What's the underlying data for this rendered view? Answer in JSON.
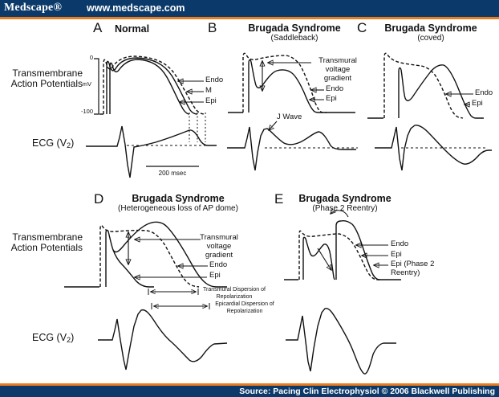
{
  "theme": {
    "navy": "#0b3a6a",
    "orange": "#e87c1e",
    "ink": "#111111",
    "bg": "#ffffff"
  },
  "header": {
    "brand": "Medscape®",
    "url": "www.medscape.com"
  },
  "footer": {
    "source": "Source: Pacing Clin Electrophysiol © 2006 Blackwell Publishing"
  },
  "rows": {
    "ap_label": "Transmembrane Action Potentials",
    "ecg_pre": "ECG (V",
    "ecg_sub": "2",
    "ecg_post": ")"
  },
  "axis": {
    "top": "0",
    "unit": "mV",
    "bottom": "-100"
  },
  "scale_bar": "200 msec",
  "panels": {
    "a": {
      "letter": "A",
      "title": "Normal",
      "endo": "Endo",
      "m": "M",
      "epi": "Epi"
    },
    "b": {
      "letter": "B",
      "title": "Brugada Syndrome",
      "subtitle": "(Saddleback)",
      "gradient": "Transmural voltage gradient",
      "endo": "Endo",
      "epi": "Epi",
      "jwave": "J Wave"
    },
    "c": {
      "letter": "C",
      "title": "Brugada Syndrome",
      "subtitle": "(coved)",
      "endo": "Endo",
      "epi": "Epi"
    },
    "d": {
      "letter": "D",
      "title": "Brugada Syndrome",
      "subtitle": "(Heterogeneous loss of AP dome)",
      "gradient": "Transmural voltage gradient",
      "endo": "Endo",
      "epi": "Epi",
      "dispersion1": "Transmural Dispersion of Repolarization",
      "dispersion2": "Epicardial Dispersion of Repolarization"
    },
    "e": {
      "letter": "E",
      "title": "Brugada Syndrome",
      "subtitle": "(Phase 2 Reentry)",
      "endo": "Endo",
      "epi": "Epi",
      "epi_reentry": "Epi (Phase 2 Reentry)"
    }
  }
}
